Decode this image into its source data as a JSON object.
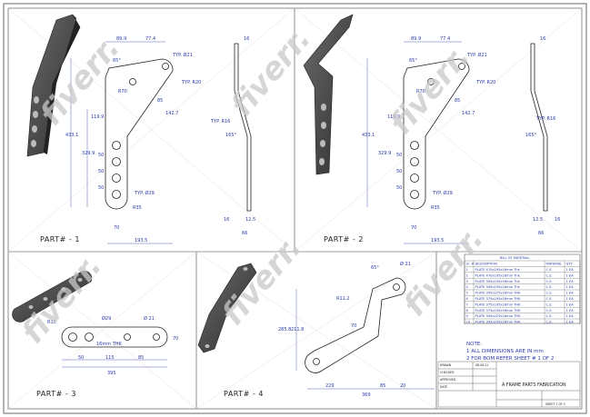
{
  "parts": [
    {
      "label": "PART# - 1"
    },
    {
      "label": "PART# - 2"
    },
    {
      "label": "PART# - 3"
    },
    {
      "label": "PART# - 4"
    }
  ],
  "part12_dims": {
    "top_a": "89.9",
    "top_b": "77.4",
    "typ_hole": "TYP. Ø21",
    "typ_r": "TYP. R20",
    "angle": "65°",
    "r70": "R70",
    "d85": "85",
    "d1427": "142.7",
    "d1199": "119.9",
    "d4331": "433.1",
    "d3299": "329.9",
    "d50a": "50",
    "d50b": "50",
    "d50c": "50",
    "typ29": "TYP. Ø29",
    "r35": "R35",
    "d70": "70",
    "d1935": "193.5",
    "thk": "16",
    "typr16": "TYP. R16",
    "ang165": "165°",
    "d16": "16",
    "d125": "12.5",
    "d66": "66"
  },
  "part3_dims": {
    "r35": "R35",
    "h29": "Ø29",
    "h21": "Ø 21",
    "thk": "16mm THK",
    "d70": "70",
    "d50": "50",
    "d115": "115",
    "d85": "85",
    "d395": "395"
  },
  "part4_dims": {
    "h21": "Ø 21",
    "ang": "65°",
    "r112": "R11.2",
    "d70": "70",
    "d2858": "285.8",
    "d2118": "211.8",
    "d229": "229",
    "d85": "85",
    "d20": "20",
    "d369": "369"
  },
  "bom": {
    "title": "BILL OF MATERIAL",
    "headers": [
      "Sr. #",
      "DESCRIPTION",
      "MATERIAL",
      "QTY."
    ],
    "rows": [
      [
        "1",
        "PLATE 470x195x16mm Thk",
        "C.S.",
        "1 EA"
      ],
      [
        "2",
        "PLATE 470x195x16mm Thk",
        "C.S.",
        "1 EA"
      ],
      [
        "3",
        "PLATE 395x195x16mm Thk",
        "C.S.",
        "1 EA"
      ],
      [
        "4",
        "PLATE 395x195x16mm Thk",
        "C.S.",
        "1 EA"
      ],
      [
        "5",
        "PLATE 395x225x16mm THK",
        "C.S.",
        "1 EA"
      ],
      [
        "6",
        "PLATE 375x195x16mm THK",
        "C.S.",
        "1 EA"
      ],
      [
        "7",
        "PLATE 375x195x16mm THK",
        "C.S.",
        "1 EA"
      ],
      [
        "8",
        "PLATE 375x195x16mm THK",
        "C.S.",
        "1 EA"
      ],
      [
        "9",
        "PLATE 395x225x16mm THK",
        "C.S.",
        "1 EA"
      ],
      [
        "10",
        "PLATE 395x195x16mm THK",
        "C.S.",
        "1 EA"
      ]
    ]
  },
  "notes": {
    "title": "NOTE:",
    "items": [
      "1     ALL DIMENSIONS ARE IN mm",
      "2     FOR BOM REFER SHEET # 1 OF 2"
    ]
  },
  "title_block": {
    "project": "A FRAME PARTS FABRICATION",
    "left_labels": [
      "DRAWN",
      "CHECKED",
      "APPROVED",
      "DATE"
    ],
    "date_value": "08-08-21",
    "sheet": "SHEET 1 OF 2"
  },
  "watermark": "fiverr.",
  "colors": {
    "line": "#2b2b2b",
    "dim": "#2a3aa8",
    "part_fill": "#4a4a4a",
    "watermark": "#c8c8c8"
  }
}
